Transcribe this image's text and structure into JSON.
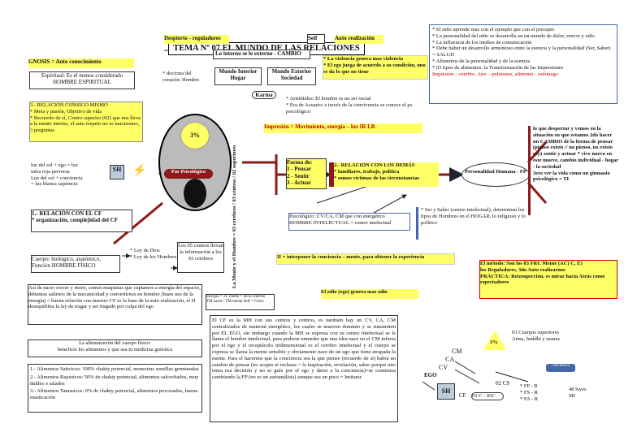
{
  "title": "TEMA Nº 07 EL MUNDO DE LAS RELACIONES",
  "top_bar": {
    "left": "Despierto - reguladores",
    "mid": "Self",
    "right": "Auto realización"
  },
  "cambio": "Lo interno se le externo - CAMBIO",
  "mundo_interior": "Mundo Interior Hogar",
  "mundo_exterior": "Mundo Exterior Sociedad",
  "violencia": "* La violencia genera mas violencia\n* El ego juega de acuerdo a su condición, uno se da lo que no tiene",
  "karma": "Karma",
  "aristoteles": "* Aristóteles: El hombre es un ser social\n* Era de Acuario: a través de la convivencia se conoce el ps. psicológico",
  "gnosis": "GNOSIS = Auto conocimiento",
  "espiritual": {
    "text": "Espiritual: Es el menos considerado\nHOMBRE ESPIRITUAL",
    "note": "* doctrina del corazón: Hombre"
  },
  "relacion_mismo": "3.- RELACIÓN CONSIGO MISMO\n* Meta y pasión, Objetivo de vida\n* Recuerdo de sí, Centro superior (02) que nos lleva a la mente interna, el auto respeto no es narcisismo, 3 preguntas",
  "impresion": "Impresión = Movimiento, energía – luz IR LB",
  "luz": "luz del sol + ego = luz\ninfra roja perversa\nLuz del sol + conciencia\n= luz blanca sapiencia",
  "sh": "SH",
  "pct": "3%",
  "psicologico": "Par Psicológico",
  "formas": "Forma de:\n1 - Pensar\n2 - Sentir\n3 - Actuar",
  "relacion_demas": "2.- RELACIÓN CON LOS DEMÁS\n* familiares, trabajo, política\n* somos víctimas de las circunstancias",
  "personalidad": "Personalidad Humana - FP",
  "vertical": "La Mente y el Hombre = 03 cerebros / 03 centros / 02 superiores",
  "right_top": [
    "* El niño aprende mas con el ejemplo que con el precepto",
    "* La personalidad del niño se desarrolla en un mundo de dolor, rencor y odio",
    "* La influencia de los medios de comunicación",
    "* Debe haber un desarrollo armonioso entre la esencia y la personalidad (Ser, Saber) = SALUD",
    "* Alimentos de la personalidad y de la esencia",
    "* 03 tipos de alimentos: la Transformación de las Impresiones",
    "Impresión – cerebro, Aire – pulmones, alimento - estómago"
  ],
  "right_mid": "lo que despertar y vemos en la situación en que estamos 2do hacer un CAMBIO de la forma de pensar (pienso existo // no pienso, no existo soy) sentir y actuar * vive nuevo en este mueve, cambio individual - hogar - la sociedad\n3ero ver la vida como un gimnasio psicológico = TI",
  "relacion_cf": "1.- RELACIÓN CON EL CF\n* organización, complejidad del CF",
  "ser": "* Ser y Saber (centro intelectual), determinan los tipos de Hombres en el HOGAR, lo religioso y lo político",
  "psicologico_cv": "Psicológico: CV/CA, CM que con energético\nHOMBRE INTELECTUAL = centro intelectual",
  "cuerpo": "Cuerpo: biológico, anatómico, Función HOMBRE FÍSICO",
  "ley": "* Ley de Dios\n* Ley de los Hombres",
  "centros": "Los 05 centros llevan la información a los 03 cerebros",
  "interponer": "II = interponer la conciencia – mente, para obtener la experiencia",
  "metodo": "El método: Son los 03 FRC Mente (AC) C, E)\nlos Reguladores, 3do Auto realizarnos\nPRÁCTICA: Retrospección, es mirar hacia Atrás como espectadores",
  "ego_odio": "El odio (ego) genera mas odio",
  "energia_note": "Energía = TL mente = inicio interno\nTM nacer / TM mente Self = Crisis",
  "maquinas": "Así de nacer crecer y morir, somos maquinas que captamos a energía del espacio, debemos salirnos de la mecanicidad y convertirnos en hombre (buen uso de la energía) = buena relación con nuestro CF es la base de la auto realización, el H desequilibra la ley de tragar y ser tragado por culpa del ego",
  "alimentacion": "La alimentación del cuerpo físico:\nbeneficie los alimentos y que sea tu medicina gnóstica",
  "alimentos_list": [
    "1.- Alimentos Sattvicos: 100% chakty potencial, menestras semillas germinadas",
    "2.- Alimentos Rayasicos: 50% de chakty potencial, alimentos salcochados, muy duldes o salados",
    "3.- Alimentos Tamasicos: 0% de chakty potencial, alimentos procesados, buena masticación"
  ],
  "ego_text": "El CF es la MH con sus centros y centros, es también hay un CV, CA, CM centralizados de material energético, los cuales se mueven dominio y se transmiten por EL EGO, sin embargo cuando la MH se expresa con su centro intelectual se le llama el hombre intelectual, para poderse entender que una idea nace en el CM infecta por el ego y el receptáculo tridimensional es el cerebro intelectual y el cuerpo se expresa se llama la mente sensible y obviamente nace de un ego que tiene atrapada la mente. Para el hacemos que la conciencia sea la que piense (recuerdo de sí) habrá un cambio de pensar (no acepta ni rechaza = la inspiración, revelación, saber porque uno toma esa decisión y no se guíe por el ego y darse a la conciencia)=se comienza cambiando la FP (no es un autoanálisis) aunque sea un poco = Imitarse",
  "bottom_right": {
    "cuerpos": "03 Cuerpos superiores\nAtma, buddhi y manas",
    "cm": "CM",
    "ca": "CA",
    "cv": "CV",
    "pct": "3%",
    "ego": "EGO",
    "sh": "SH",
    "cs": "02 CS",
    "cf": "CF",
    "c": "03 C - 05C",
    "rows": [
      "* FP - R",
      "* FS - R",
      "* FA - R"
    ],
    "leyes": "48 leyes\nMI",
    "tag": "conciencia"
  },
  "chart_colors": {
    "yellow": "#ffff66",
    "red": "#cc0000",
    "darkred": "#8b1a1a",
    "blue": "#0000cc",
    "green": "#007a00"
  }
}
